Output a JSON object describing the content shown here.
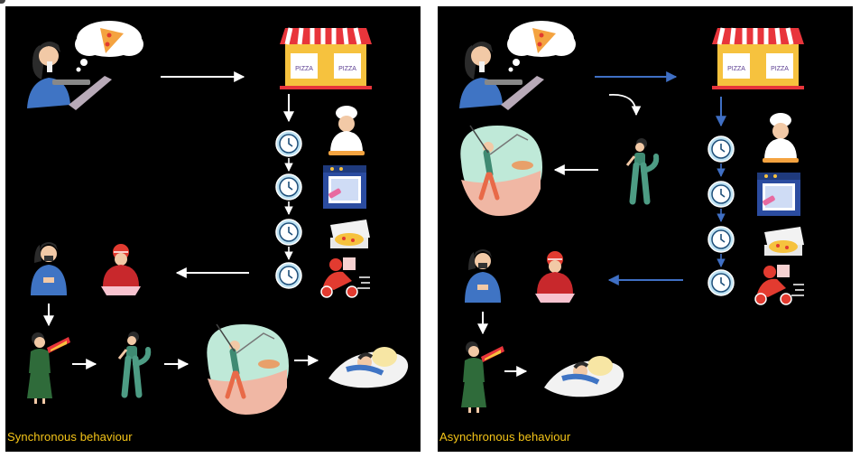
{
  "colors": {
    "background": "#000000",
    "caption": "#f5c518",
    "arrow_sync": "#ffffff",
    "arrow_async": "#3f6fc4",
    "clock": "#bfe3f3",
    "shop_roof": "#e8353b",
    "shop_wall": "#f6c23e",
    "oven": "#2b4ca0",
    "scooter": "#e23b30",
    "dress": "#2f6b3a",
    "blob": "#bfe9d8"
  },
  "panels": [
    {
      "id": "sync",
      "caption": "Synchronous behaviour",
      "shop_sign": "PIZZA"
    },
    {
      "id": "async",
      "caption": "Asynchronous behaviour",
      "shop_sign": "PIZZA"
    }
  ],
  "icons": [
    "woman-laptop-icon",
    "thought-bubble-pizza-icon",
    "pizza-shop-icon",
    "clock-icon",
    "chef-icon",
    "oven-icon",
    "pizza-box-icon",
    "delivery-scooter-icon",
    "customer-icon",
    "delivery-person-icon",
    "woman-eating-pizza-icon",
    "woman-stretching-icon",
    "woman-badminton-icon",
    "sleeping-person-icon"
  ]
}
